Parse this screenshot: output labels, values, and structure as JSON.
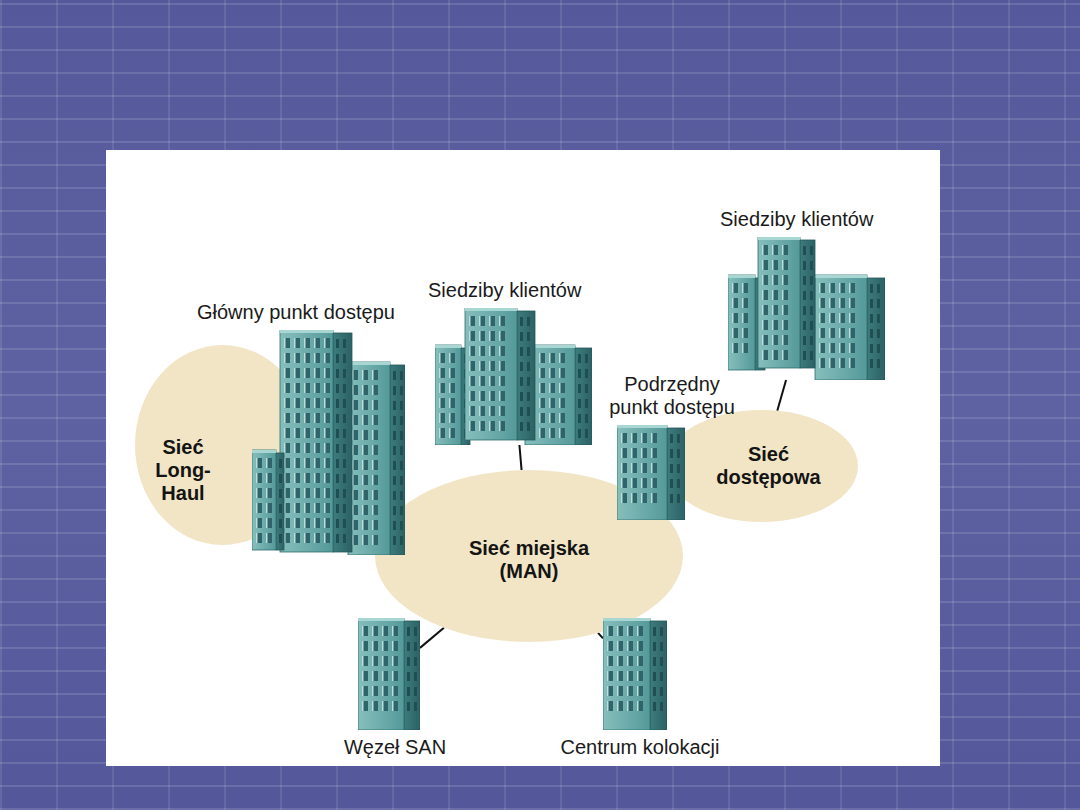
{
  "diagram": {
    "nodes": [
      {
        "text": [
          "Siedziby klientów"
        ]
      },
      {
        "text": [
          "Siedziby klientów"
        ]
      },
      {
        "text": [
          "Główny punkt dostępu"
        ]
      },
      {
        "text": [
          "Podrzędny punkt dostępu"
        ]
      },
      {
        "text": [
          "Sieć Long-Haul"
        ]
      },
      {
        "text": [
          "Sieć dostępowa"
        ]
      },
      {
        "text": [
          "Sieć miejska (MAN)"
        ]
      },
      {
        "text": [
          "Węzeł SAN"
        ]
      },
      {
        "text": [
          "Centrum kolokacji"
        ]
      }
    ],
    "edges": [
      {
        "from": 1,
        "to": 6,
        "arrow": "none"
      },
      {
        "from": 0,
        "to": 5,
        "arrow": "none"
      },
      {
        "from": 7,
        "to": 6,
        "arrow": "none"
      },
      {
        "from": 8,
        "to": 6,
        "arrow": "none"
      }
    ]
  }
}
